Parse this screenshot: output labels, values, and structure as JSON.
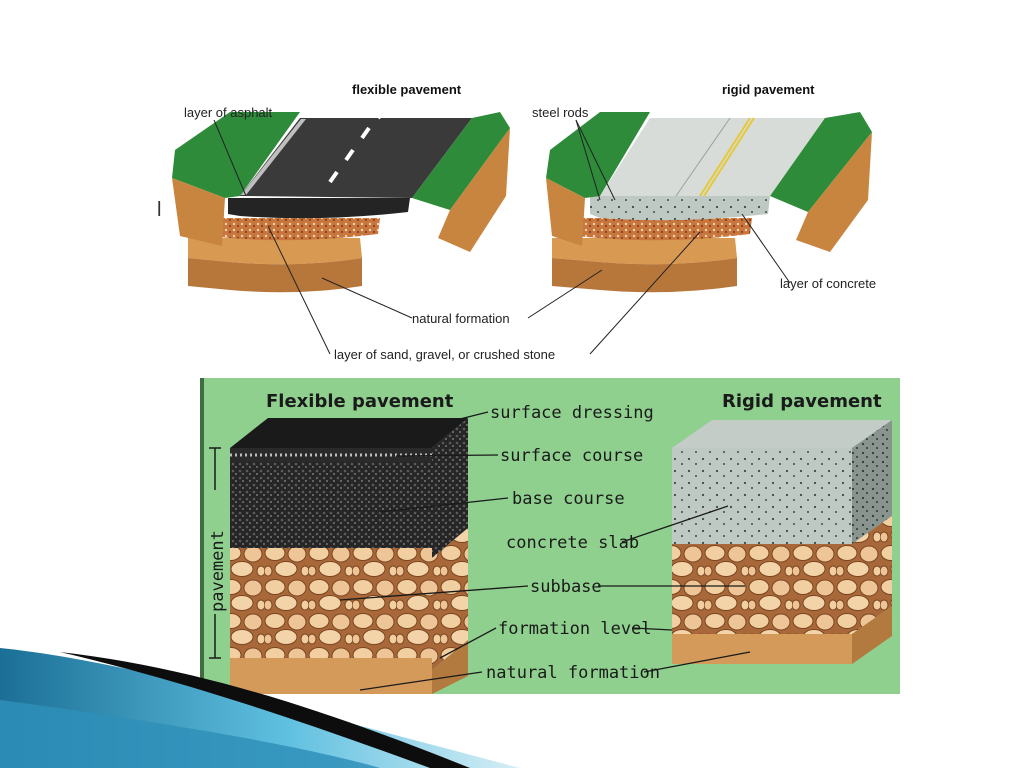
{
  "slide": {
    "bullet": "l"
  },
  "top_figure": {
    "flexible_title": "flexible pavement",
    "rigid_title": "rigid pavement",
    "labels": {
      "asphalt": "layer of asphalt",
      "steel_rods": "steel rods",
      "concrete": "layer of concrete",
      "natural_formation": "natural formation",
      "sand_gravel": "layer of sand, gravel, or crushed stone"
    }
  },
  "bottom_figure": {
    "flexible_title": "Flexible pavement",
    "rigid_title": "Rigid pavement",
    "pavement_label": "pavement",
    "labels": {
      "surface_dressing": "surface dressing",
      "surface_course": "surface course",
      "base_course": "base course",
      "concrete_slab": "concrete slab",
      "subbase": "subbase",
      "formation_level": "formation level",
      "natural_formation": "natural formation"
    }
  },
  "colors": {
    "grass": "#2e8b3a",
    "soil": "#d89a52",
    "asphalt": "#2b2b2b",
    "concrete": "#c9d2cc",
    "diagram_bg": "#8fd08f",
    "stone": "#f0c896",
    "accent_shape": "#3aa0c8"
  }
}
